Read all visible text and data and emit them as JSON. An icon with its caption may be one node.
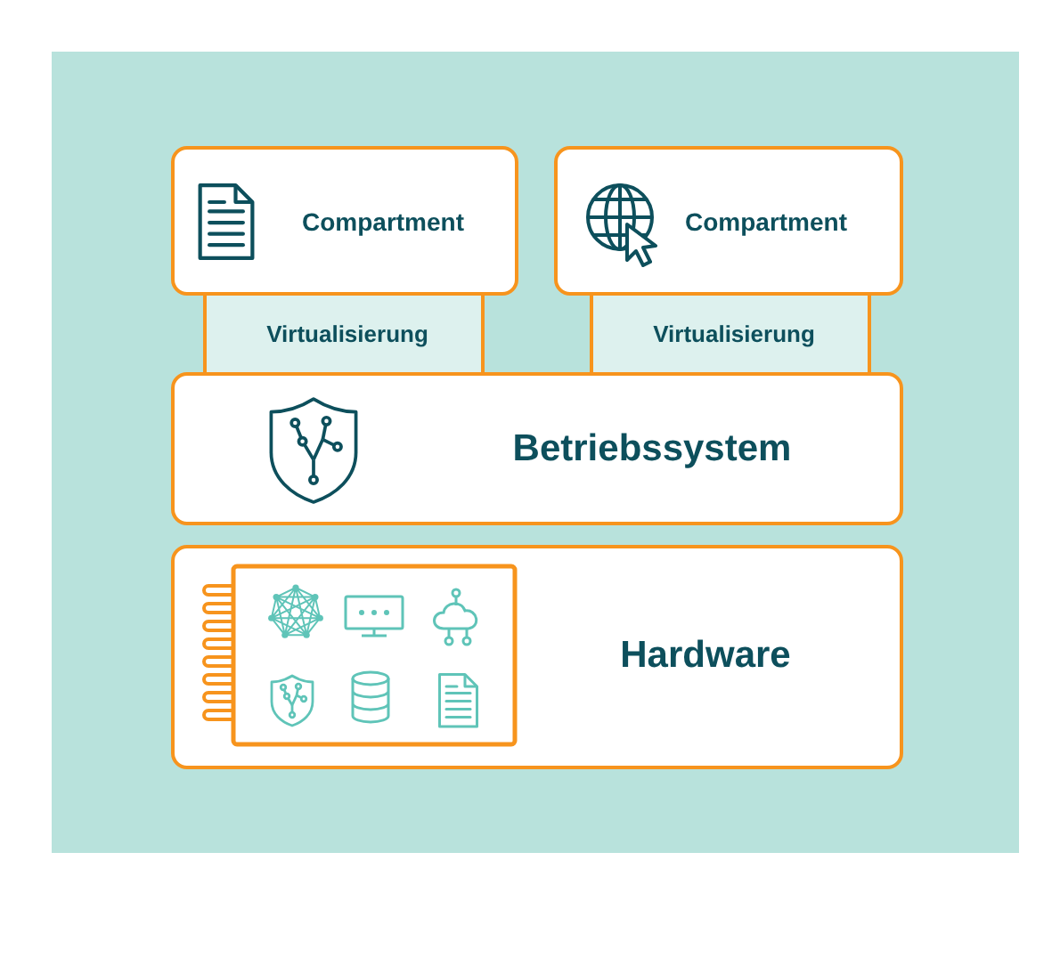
{
  "diagram": {
    "nodes": [
      {
        "text": [
          "Compartment"
        ]
      },
      {
        "text": [
          "Compartment"
        ]
      },
      {
        "text": [
          "Virtualisierung"
        ]
      },
      {
        "text": [
          "Virtualisierung"
        ]
      },
      {
        "text": [
          "Betriebssystem"
        ]
      },
      {
        "text": [
          "Hardware"
        ]
      }
    ]
  }
}
